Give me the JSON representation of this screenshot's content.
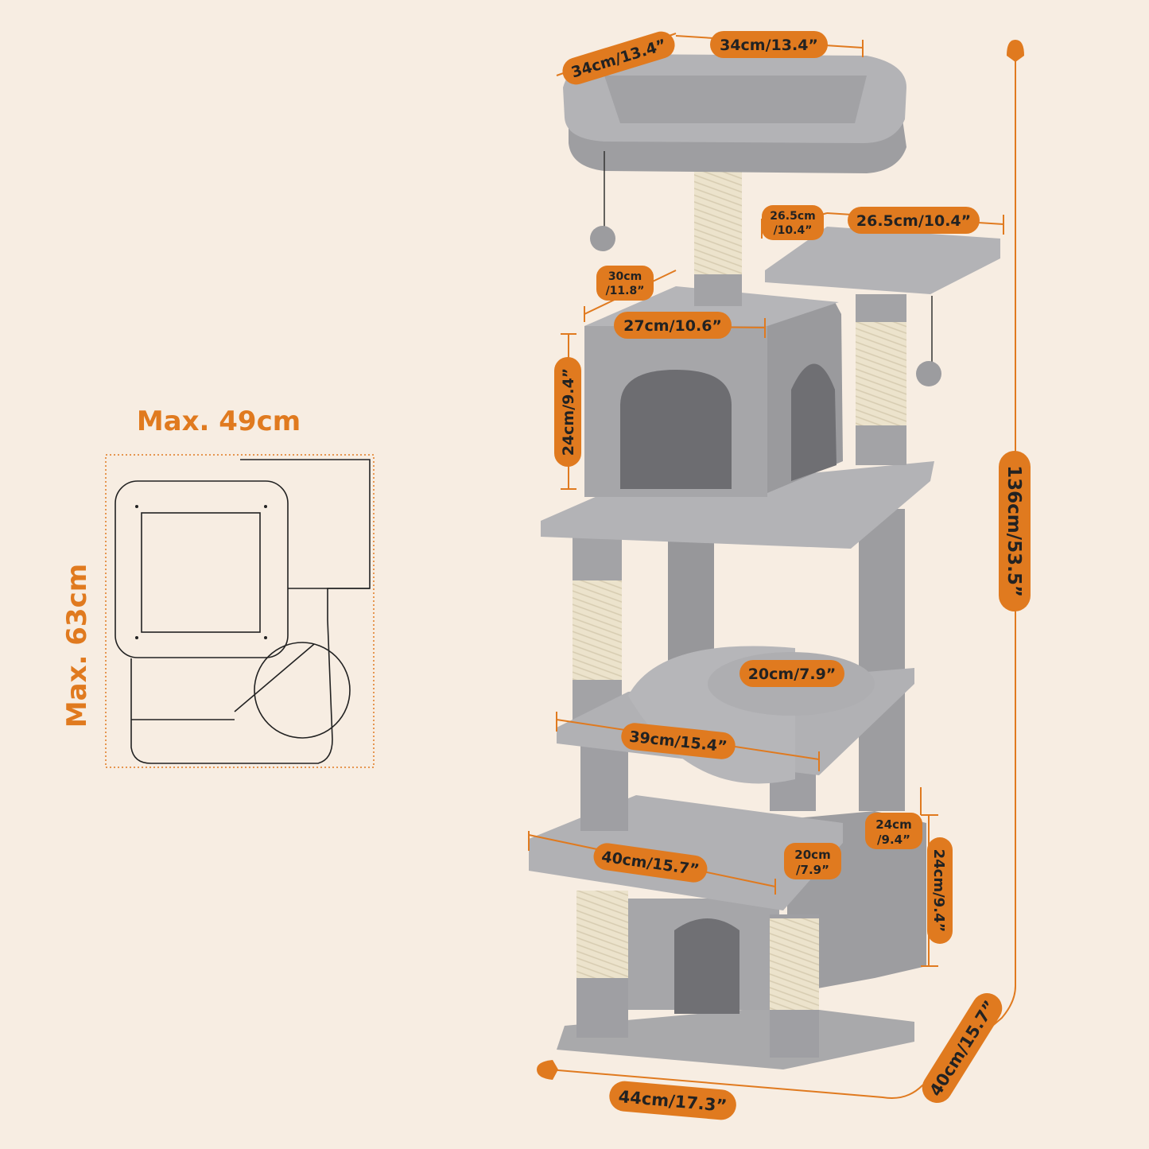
{
  "footprint": {
    "max_width": "Max. 49cm",
    "max_depth": "Max. 63cm"
  },
  "dimensions": {
    "top_perch_depth": "34cm/13.4”",
    "top_perch_width": "34cm/13.4”",
    "side_perch_depth_line1": "26.5cm",
    "side_perch_depth_line2": "/10.4”",
    "side_perch_width": "26.5cm/10.4”",
    "condo_depth_line1": "30cm",
    "condo_depth_line2": "/11.8”",
    "condo_width": "27cm/10.6”",
    "condo_height": "24cm/9.4”",
    "total_height": "136cm/53.5”",
    "basket_diameter": "20cm/7.9”",
    "hammock_width": "39cm/15.4”",
    "lower_platform_width": "40cm/15.7”",
    "lower_platform_depth_line1": "20cm",
    "lower_platform_depth_line2": "/7.9”",
    "lower_box_depth_line1": "24cm",
    "lower_box_depth_line2": "/9.4”",
    "lower_box_height": "24cm/9.4”",
    "base_width": "44cm/17.3”",
    "base_depth": "40cm/15.7”"
  },
  "colors": {
    "background": "#f7ede2",
    "accent": "#e07a1f",
    "plush": "#a9a9ab",
    "plush_dark": "#8d8d90",
    "sisal": "#ece3cc"
  }
}
